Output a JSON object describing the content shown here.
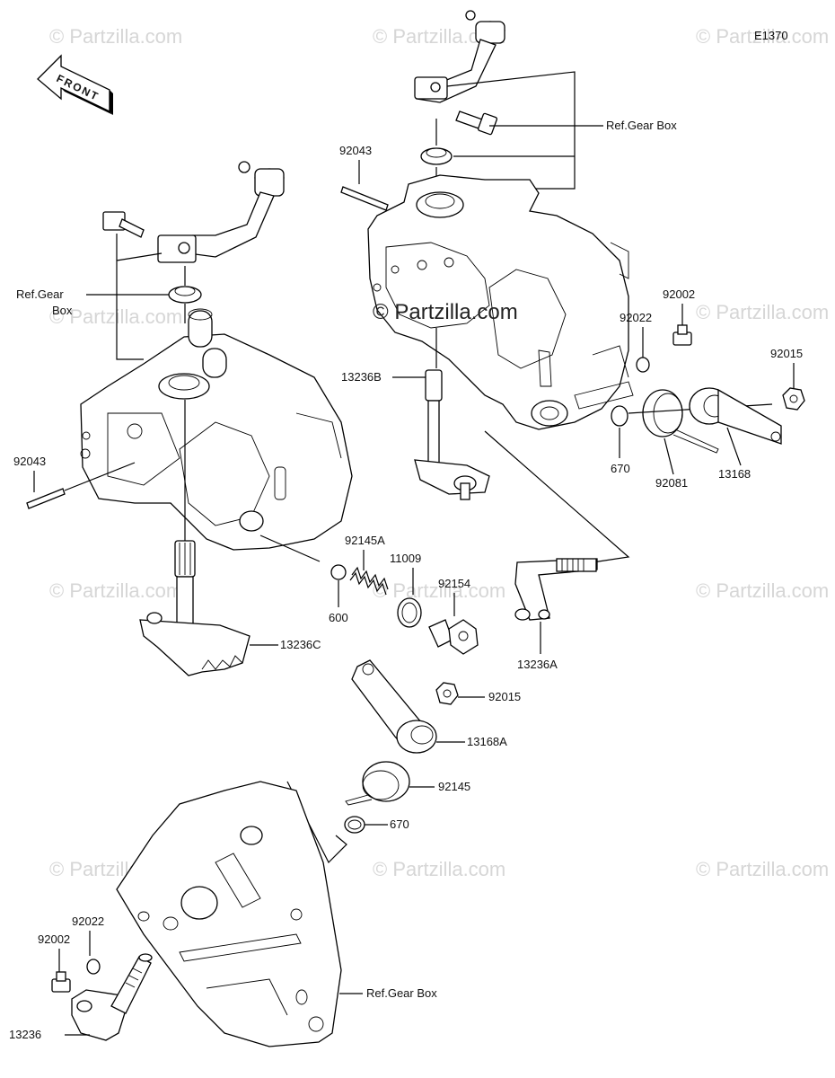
{
  "diagram": {
    "code": "E1370",
    "front_label": "FRONT",
    "center_watermark": "© Partzilla.com",
    "watermark_text": "© Partzilla.com",
    "labels": {
      "ref_gear_box_top": "Ref.Gear Box",
      "ref_gear_left_1": "Ref.Gear",
      "ref_gear_left_2": "Box",
      "ref_gear_box_bottom": "Ref.Gear Box",
      "p92043_top": "92043",
      "p92043_left": "92043",
      "p13236B": "13236B",
      "p92002_right": "92002",
      "p92022_right": "92022",
      "p92015_right": "92015",
      "p670_right": "670",
      "p92081": "92081",
      "p13168": "13168",
      "p92145A": "92145A",
      "p11009": "11009",
      "p92154": "92154",
      "p600": "600",
      "p13236A": "13236A",
      "p13236C": "13236C",
      "p92015_mid": "92015",
      "p13168A": "13168A",
      "p92145": "92145",
      "p670_mid": "670",
      "p92022_bottom": "92022",
      "p92002_bottom": "92002",
      "p13236": "13236"
    }
  }
}
